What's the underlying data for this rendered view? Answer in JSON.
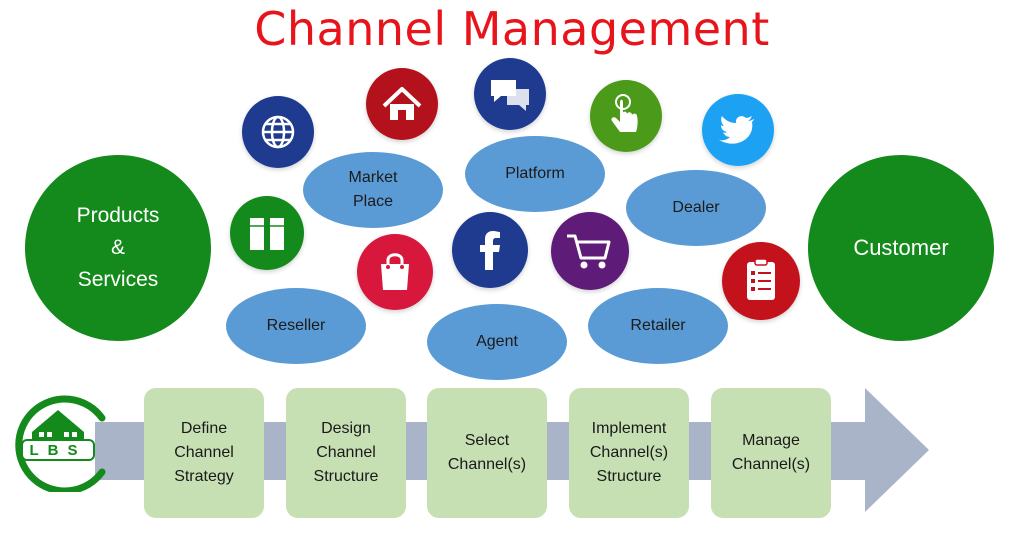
{
  "title": "Channel Management",
  "colors": {
    "title": "#e8141b",
    "big_circle": "#138a1b",
    "channel_ellipse": "#5b9bd5",
    "step_box": "#c6e0b4",
    "arrow": "#aab4c8"
  },
  "source_label": "Products\n&\nServices",
  "target_label": "Customer",
  "channels": {
    "market_place": "Market\nPlace",
    "platform": "Platform",
    "dealer": "Dealer",
    "reseller": "Reseller",
    "agent": "Agent",
    "retailer": "Retailer"
  },
  "icons": [
    {
      "name": "globe-icon",
      "color": "#1f3b8f"
    },
    {
      "name": "home-icon",
      "color": "#b3121c"
    },
    {
      "name": "chat-icon",
      "color": "#1f3b8f"
    },
    {
      "name": "touch-icon",
      "color": "#4c9a1a"
    },
    {
      "name": "twitter-icon",
      "color": "#1da1f2"
    },
    {
      "name": "box-icon",
      "color": "#138a1b"
    },
    {
      "name": "shopping-bag-icon",
      "color": "#d7183c"
    },
    {
      "name": "facebook-icon",
      "color": "#1f3b8f"
    },
    {
      "name": "cart-icon",
      "color": "#5e1b78"
    },
    {
      "name": "clipboard-icon",
      "color": "#c4121c"
    }
  ],
  "steps": [
    "Define\nChannel\nStrategy",
    "Design\nChannel\nStructure",
    "Select\nChannel(s)",
    "Implement\nChannel(s)\nStructure",
    "Manage\nChannel(s)"
  ],
  "logo_text": "LBS"
}
